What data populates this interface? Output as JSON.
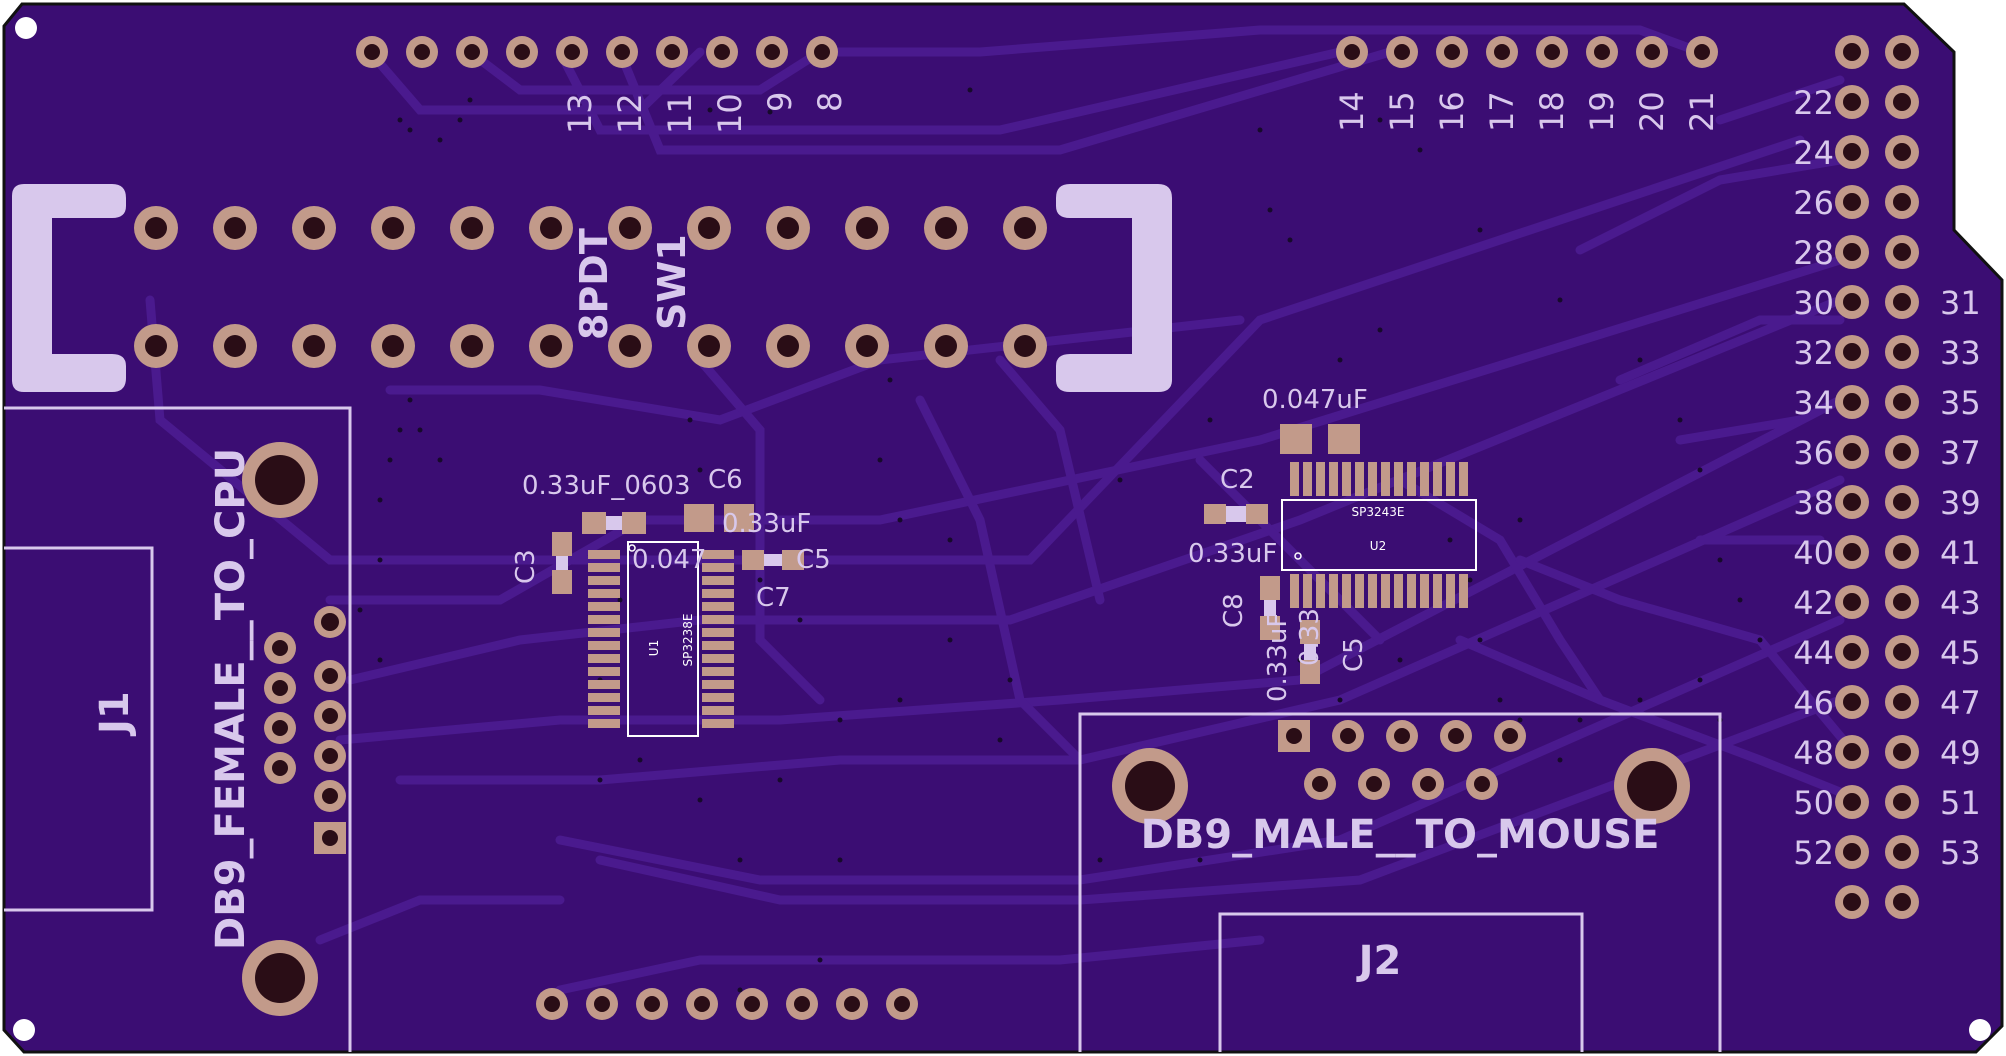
{
  "colors": {
    "board": "#3b0d73",
    "trace": "#4a1a8e",
    "silk": "#d8c8ec",
    "pad": "#c29a8a",
    "hole": "#2a0d16",
    "outline": "#111111"
  },
  "switch": {
    "ref": "SW1",
    "value": "8PDT"
  },
  "header_top_left": {
    "labels": [
      "13",
      "12",
      "11",
      "10",
      "9",
      "8"
    ]
  },
  "header_top_right": {
    "labels": [
      "14",
      "15",
      "16",
      "17",
      "18",
      "19",
      "20",
      "21"
    ]
  },
  "header_right": {
    "left_labels": [
      "22",
      "24",
      "26",
      "28",
      "30",
      "32",
      "34",
      "36",
      "38",
      "40",
      "42",
      "44",
      "46",
      "48",
      "50",
      "52"
    ],
    "right_labels": [
      "31",
      "33",
      "35",
      "37",
      "39",
      "41",
      "43",
      "45",
      "47",
      "49",
      "51",
      "53"
    ]
  },
  "j1": {
    "ref": "J1",
    "value": "DB9_FEMALE__TO_CPU"
  },
  "j2": {
    "ref": "J2",
    "value": "DB9_MALE__TO_MOUSE"
  },
  "u1": {
    "ref": "U1",
    "value": "SP3238E"
  },
  "u2": {
    "ref": "U2",
    "value": "SP3243E"
  },
  "cap_labels": {
    "c3": "C3",
    "c6": "C6",
    "c7": "C7",
    "c2": "C2",
    "c8": "C8",
    "c5": "C5",
    "v_033_0603": "0.33uF_0603",
    "v_033_partial": "0.33uF",
    "v_047_partial": "0.047",
    "v_c5_partial": "C5",
    "v_047uf": "0.047uF",
    "v_033uf": "0.33uF",
    "v_033_vert": "0.33uF",
    "v_033_vert2": "0.33"
  }
}
